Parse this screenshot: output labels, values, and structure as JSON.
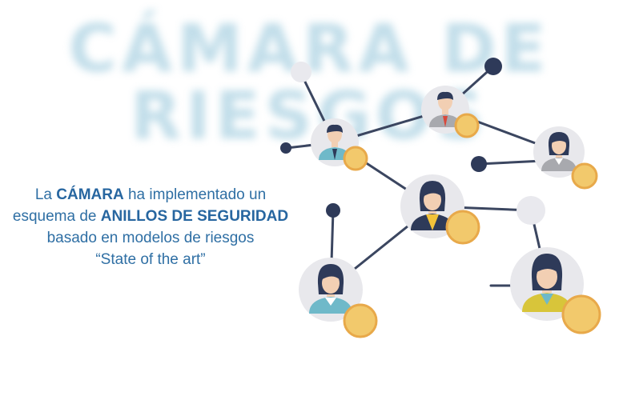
{
  "background_title": {
    "line1": "CÁMARA DE",
    "line2": "RIESGOS"
  },
  "message": {
    "line1_a": "La ",
    "line1_b": "CÁMARA",
    "line1_c": " ha implementado un",
    "line2_a": "esquema de ",
    "line2_b": "ANILLOS DE SEGURIDAD",
    "line3": "basado en modelos de riesgos",
    "line4": "“State of the art”"
  },
  "colors": {
    "text": "#2f6fa4",
    "line": "#3b4660",
    "node_dark": "#2e3a59",
    "coin": "#f2c96c",
    "coin_border": "#e8a94a",
    "avatar_bg": "#e8e8ec"
  }
}
